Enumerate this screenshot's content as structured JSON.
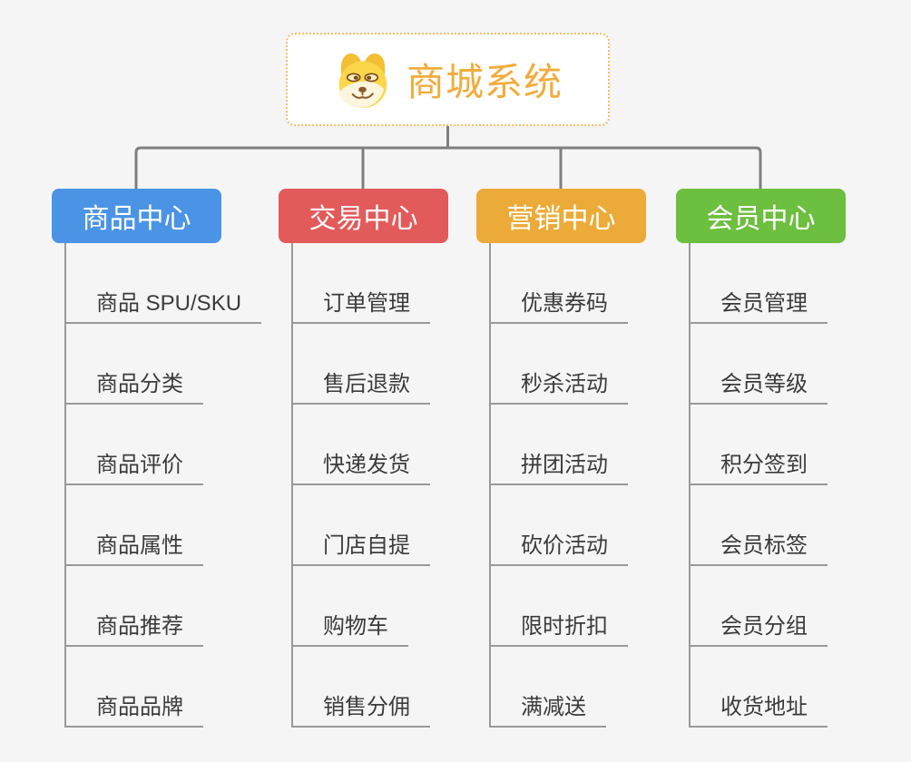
{
  "root": {
    "title": "商城系统",
    "icon": "doge-icon",
    "accent_color": "#f2ac3c",
    "border_color": "#f5bd68"
  },
  "connector_color": "#7f7f7f",
  "branches": [
    {
      "label": "商品中心",
      "color": "#4b94e5",
      "items": [
        "商品 SPU/SKU",
        "商品分类",
        "商品评价",
        "商品属性",
        "商品推荐",
        "商品品牌"
      ]
    },
    {
      "label": "交易中心",
      "color": "#e35a5a",
      "items": [
        "订单管理",
        "售后退款",
        "快递发货",
        "门店自提",
        "购物车",
        "销售分佣"
      ]
    },
    {
      "label": "营销中心",
      "color": "#ecab38",
      "items": [
        "优惠券码",
        "秒杀活动",
        "拼团活动",
        "砍价活动",
        "限时折扣",
        "满减送"
      ]
    },
    {
      "label": "会员中心",
      "color": "#6cbf3f",
      "items": [
        "会员管理",
        "会员等级",
        "积分签到",
        "会员标签",
        "会员分组",
        "收货地址"
      ]
    }
  ]
}
